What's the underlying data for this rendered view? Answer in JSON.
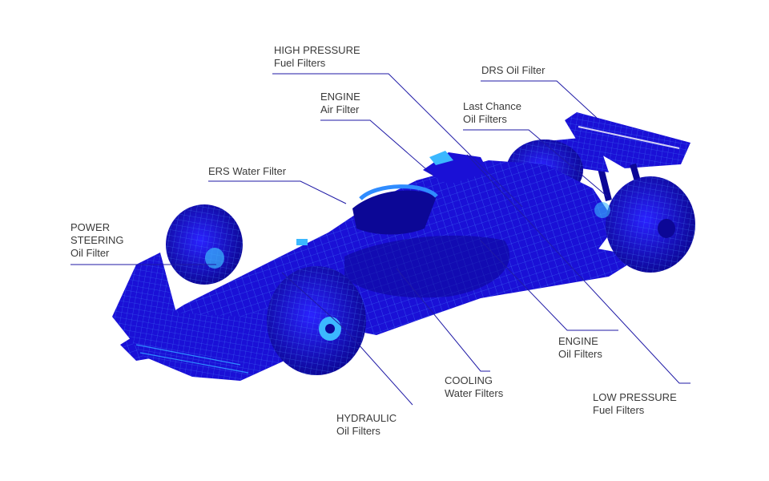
{
  "colors": {
    "car_fill": "#1a10d6",
    "car_dark": "#0c0796",
    "mesh": "#4a8cff",
    "accent": "#3bb8ff",
    "leader": "#1f1aa6",
    "text": "#3a3a3a"
  },
  "labels": {
    "high_pressure": {
      "line1": "HIGH PRESSURE",
      "line2": "Fuel Filters"
    },
    "drs": {
      "line1": "DRS Oil Filter"
    },
    "engine_air": {
      "line1": "ENGINE",
      "line2": "Air Filter"
    },
    "last_chance": {
      "line1": "Last Chance",
      "line2": "Oil Filters"
    },
    "ers_water": {
      "line1": "ERS Water Filter"
    },
    "power_steering": {
      "line1": "POWER",
      "line2": "STEERING",
      "line3": "Oil Filter"
    },
    "engine_oil": {
      "line1": "ENGINE",
      "line2": "Oil Filters"
    },
    "cooling": {
      "line1": "COOLING",
      "line2": "Water Filters"
    },
    "low_pressure": {
      "line1": "LOW PRESSURE",
      "line2": "Fuel Filters"
    },
    "hydraulic": {
      "line1": "HYDRAULIC",
      "line2": "Oil Filters"
    }
  }
}
